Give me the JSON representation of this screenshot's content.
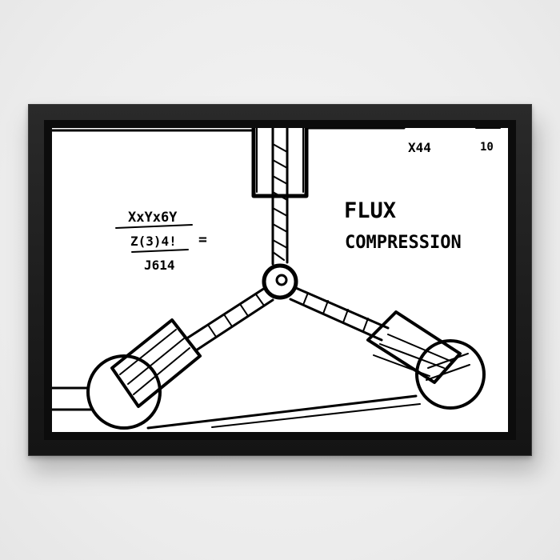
{
  "artwork": {
    "heading_line1": "FLUX",
    "heading_line2": "COMPRESSION",
    "equation_top": "XxYx6Y",
    "equation_middle": "Z(3)4!",
    "equation_equals": "=",
    "equation_bottom": "J614",
    "corner_left": "X44",
    "corner_right": "10"
  },
  "colors": {
    "frame": "#1c1c1c",
    "ink": "#000000",
    "paper": "#ffffff",
    "wall": "#efefef"
  }
}
